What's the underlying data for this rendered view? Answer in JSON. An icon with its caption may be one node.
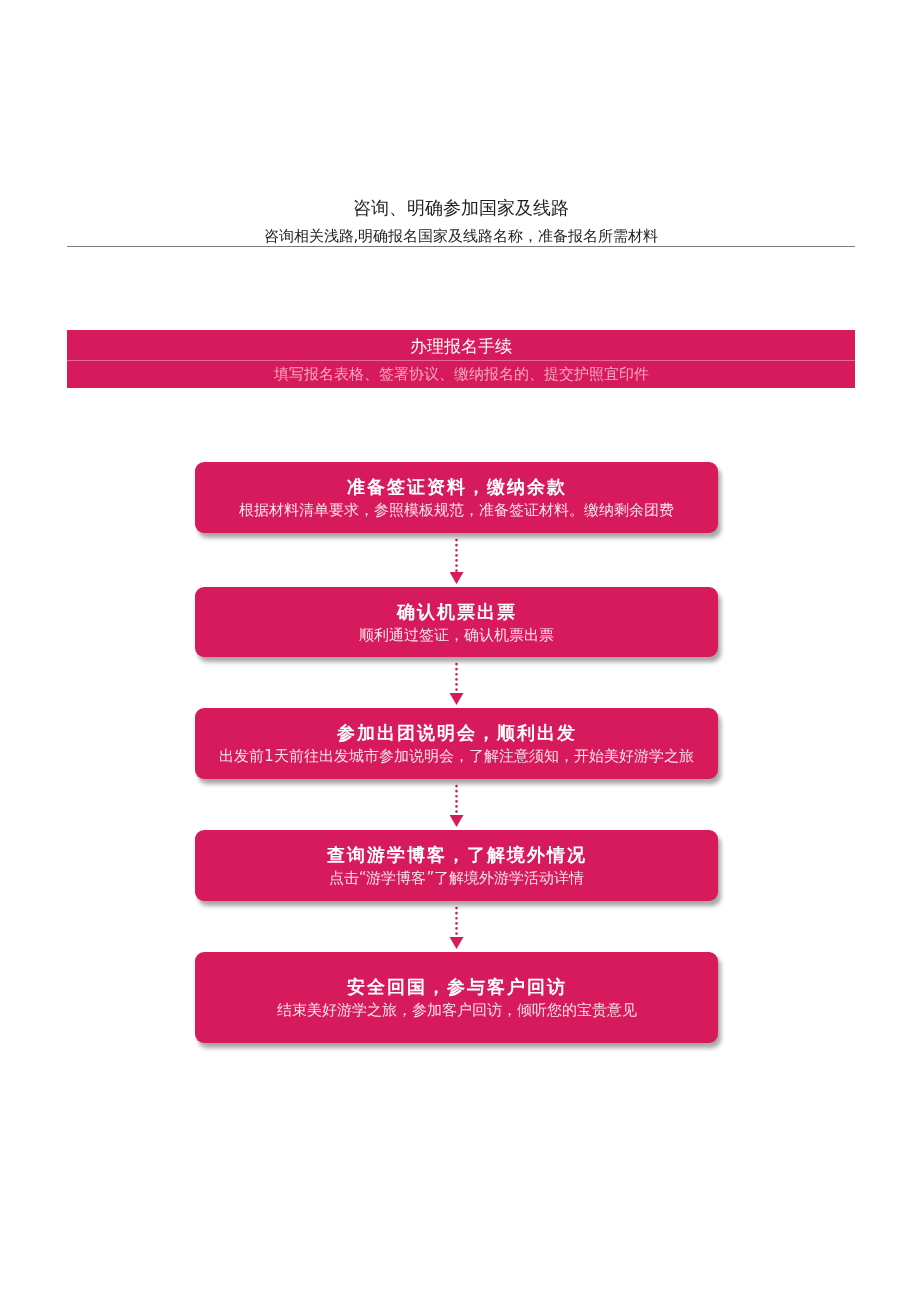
{
  "diagram": {
    "nodes": [
      {
        "text": [
          "咨询、明确参加国家及线路",
          "咨询相关浅路,明确报名国家及线路名称，准备报名所需材料"
        ]
      },
      {
        "text": [
          "办理报名手续",
          "填写报名表格、签署协议、缴纳报名的、提交护照宜印件"
        ]
      },
      {
        "text": [
          "准备签证资料，缴纳余款",
          "根据材料清单要求，参照模板规范，准备签证材料。缴纳剩余团费"
        ]
      },
      {
        "text": [
          "确认机票出票",
          "顺利通过签证，确认机票出票"
        ]
      },
      {
        "text": [
          "参加出团说明会，顺利出发",
          "出发前1天前往出发城市参加说明会，了解注意须知，开始美好游学之旅"
        ]
      },
      {
        "text": [
          "查询游学博客，了解境外情况",
          "点击“游学博客”了解境外游学活动详情"
        ]
      },
      {
        "text": [
          "安全回国，参与客户回访",
          "结束美好游学之旅，参加客户回访，倾听您的宝贵意见"
        ]
      }
    ],
    "edges": [
      {
        "from": 2,
        "to": 3,
        "arrow": "to",
        "style": "dashed"
      },
      {
        "from": 3,
        "to": 4,
        "arrow": "to",
        "style": "dashed"
      },
      {
        "from": 4,
        "to": 5,
        "arrow": "to",
        "style": "dashed"
      },
      {
        "from": 5,
        "to": 6,
        "arrow": "to",
        "style": "dashed"
      }
    ]
  }
}
